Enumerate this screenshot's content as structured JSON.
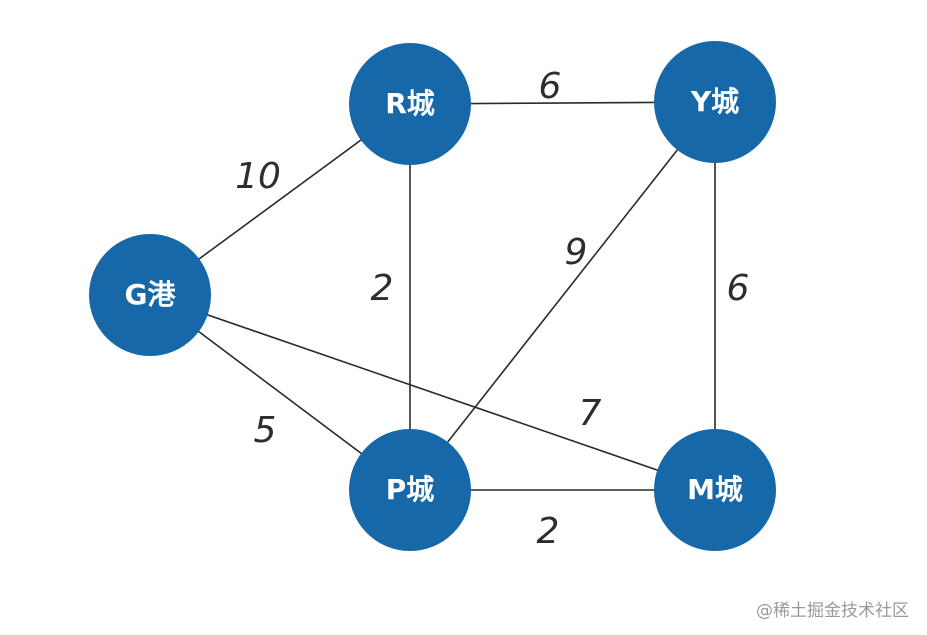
{
  "nodes": [
    {
      "id": "G",
      "label": "G港"
    },
    {
      "id": "R",
      "label": "R城"
    },
    {
      "id": "Y",
      "label": "Y城"
    },
    {
      "id": "P",
      "label": "P城"
    },
    {
      "id": "M",
      "label": "M城"
    }
  ],
  "edges": [
    {
      "from": "R",
      "to": "Y",
      "weight": "6"
    },
    {
      "from": "G",
      "to": "R",
      "weight": "10"
    },
    {
      "from": "R",
      "to": "P",
      "weight": "2"
    },
    {
      "from": "Y",
      "to": "P",
      "weight": "9"
    },
    {
      "from": "Y",
      "to": "M",
      "weight": "6"
    },
    {
      "from": "G",
      "to": "M",
      "weight": "7"
    },
    {
      "from": "G",
      "to": "P",
      "weight": "5"
    },
    {
      "from": "P",
      "to": "M",
      "weight": "2"
    }
  ],
  "colors": {
    "node": "#1668a8",
    "line": "#2b2b2b"
  },
  "watermark": "@稀土掘金技术社区"
}
